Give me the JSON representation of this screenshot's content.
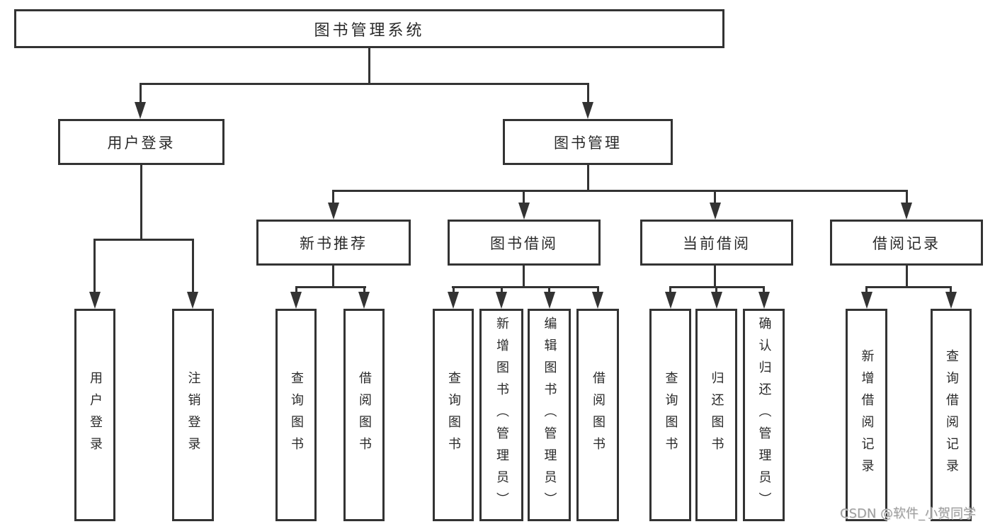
{
  "diagram": {
    "root": {
      "label": "图书管理系统"
    },
    "level2": [
      {
        "label": "用户登录"
      },
      {
        "label": "图书管理"
      }
    ],
    "level3": [
      {
        "label": "新书推荐",
        "parent": "图书管理"
      },
      {
        "label": "图书借阅",
        "parent": "图书管理"
      },
      {
        "label": "当前借阅",
        "parent": "图书管理"
      },
      {
        "label": "借阅记录",
        "parent": "图书管理"
      }
    ],
    "leaves": [
      {
        "label": "用户登录",
        "parent": "用户登录"
      },
      {
        "label": "注销登录",
        "parent": "用户登录"
      },
      {
        "label": "查询图书",
        "parent": "新书推荐"
      },
      {
        "label": "借阅图书",
        "parent": "新书推荐"
      },
      {
        "label": "查询图书",
        "parent": "图书借阅"
      },
      {
        "label": "新增图书（管理员）",
        "parent": "图书借阅"
      },
      {
        "label": "编辑图书（管理员）",
        "parent": "图书借阅"
      },
      {
        "label": "借阅图书",
        "parent": "图书借阅"
      },
      {
        "label": "查询图书",
        "parent": "当前借阅"
      },
      {
        "label": "归还图书",
        "parent": "当前借阅"
      },
      {
        "label": "确认归还（管理员）",
        "parent": "当前借阅"
      },
      {
        "label": "新增借阅记录",
        "parent": "借阅记录"
      },
      {
        "label": "查询借阅记录",
        "parent": "借阅记录"
      }
    ],
    "watermark": "CSDN @软件_小贺同学",
    "colors": {
      "line": "#333333",
      "text": "#2a2a2a",
      "box_background": "#ffffff",
      "watermark": "#9e9e9e"
    }
  }
}
